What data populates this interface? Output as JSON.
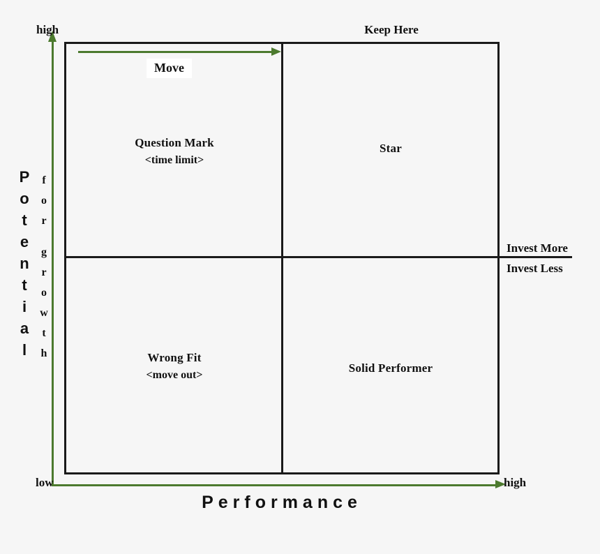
{
  "diagram": {
    "title": "Performance vs Potential for growth 2x2 matrix",
    "background_color": "#f6f6f6",
    "border_color": "#1a1a1a",
    "arrow_color": "#4c7a2e"
  },
  "axes": {
    "y": {
      "title_primary": "Potential",
      "title_primary_letters": [
        "P",
        "o",
        "t",
        "e",
        "n",
        "t",
        "i",
        "a",
        "l"
      ],
      "title_secondary": "for growth",
      "title_secondary_letters": [
        "f",
        "o",
        "r",
        "g",
        "r",
        "o",
        "w",
        "t",
        "h"
      ],
      "low_label": "",
      "high_label": "high"
    },
    "x": {
      "title": "Performance",
      "low_label": "low",
      "high_label": "high"
    }
  },
  "quadrants": [
    {
      "id": "question-mark",
      "position": "top-left",
      "title": "Question Mark",
      "subtitle": "<time limit>"
    },
    {
      "id": "star",
      "position": "top-right",
      "title": "Star",
      "subtitle": ""
    },
    {
      "id": "wrong-fit",
      "position": "bottom-left",
      "title": "Wrong Fit",
      "subtitle": "<move out>"
    },
    {
      "id": "solid-performer",
      "position": "bottom-right",
      "title": "Solid Performer",
      "subtitle": ""
    }
  ],
  "annotations": {
    "move": "Move",
    "keep_here": "Keep Here",
    "invest_more": "Invest More",
    "invest_less": "Invest Less"
  }
}
